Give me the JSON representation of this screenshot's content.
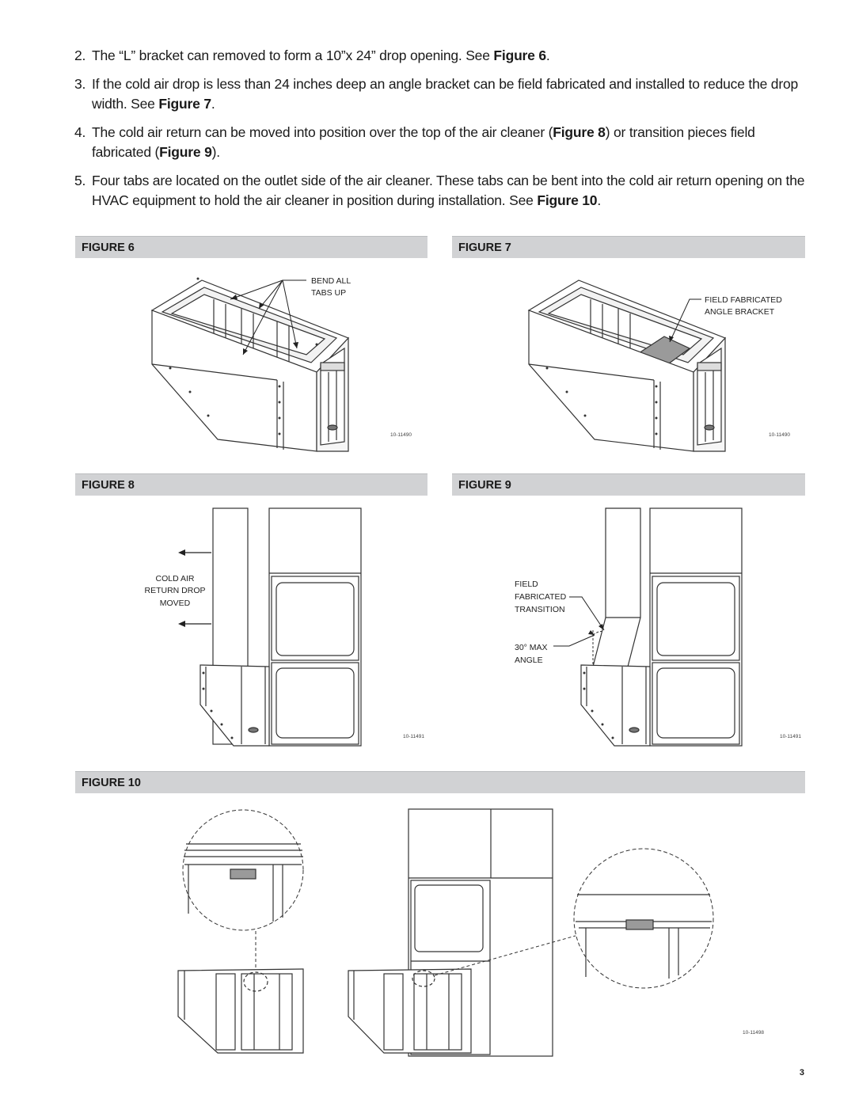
{
  "steps": [
    {
      "num": "2.",
      "pre": "The “L” bracket can removed to form a 10”x 24” drop opening. See ",
      "bold": "Figure 6",
      "post": "."
    },
    {
      "num": "3.",
      "pre": "If the cold air drop is less than 24 inches deep an angle bracket can be field fabricated and installed to reduce the drop width. See ",
      "bold": "Figure 7",
      "post": "."
    },
    {
      "num": "4.",
      "pre": "The cold air return can be moved into position over the top of the air cleaner (",
      "bold": "Figure 8",
      "mid": ") or transition pieces field fabricated (",
      "bold2": "Figure 9",
      "post": ")."
    },
    {
      "num": "5.",
      "pre": "Four tabs are located on the outlet side of the air cleaner. These tabs can be bent into the cold air return opening on the HVAC equipment to hold the air cleaner in position during installation. See ",
      "bold": "Figure 10",
      "post": "."
    }
  ],
  "figures": {
    "fig6": {
      "title": "FIGURE 6",
      "label_line1": "BEND ALL",
      "label_line2": "TABS UP",
      "code": "10-11490"
    },
    "fig7": {
      "title": "FIGURE 7",
      "label_line1": "FIELD FABRICATED",
      "label_line2": "ANGLE BRACKET",
      "code": "10-11490"
    },
    "fig8": {
      "title": "FIGURE 8",
      "label_line1": "COLD AIR",
      "label_line2": "RETURN DROP",
      "label_line3": "MOVED",
      "code": "10-11491"
    },
    "fig9": {
      "title": "FIGURE 9",
      "label_line1": "FIELD",
      "label_line2": "FABRICATED",
      "label_line3": "TRANSITION",
      "angle_line1": "30° MAX",
      "angle_line2": "ANGLE",
      "code": "10-11491"
    },
    "fig10": {
      "title": "FIGURE 10",
      "code": "10-11498"
    }
  },
  "page_number": "3"
}
